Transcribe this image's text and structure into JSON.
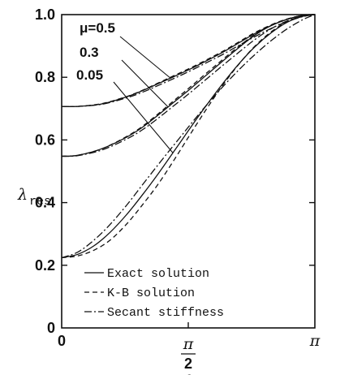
{
  "chart_data": {
    "type": "line",
    "xlabel": "θ",
    "ylabel": {
      "symbol": "λ",
      "subscript": "res"
    },
    "xlim": [
      0,
      3.14159
    ],
    "ylim": [
      0,
      1.0
    ],
    "y_ticks": [
      {
        "value": 0,
        "label": "0"
      },
      {
        "value": 0.2,
        "label": "0.2"
      },
      {
        "value": 0.4,
        "label": "0.4"
      },
      {
        "value": 0.6,
        "label": "0.6"
      },
      {
        "value": 0.8,
        "label": "0.8"
      },
      {
        "value": 1.0,
        "label": "1.0"
      }
    ],
    "x_ticks": [
      {
        "value": 0,
        "label": "0"
      },
      {
        "value": 1.5708,
        "label": "π",
        "denominator": "2"
      },
      {
        "value": 3.14159,
        "label": "π"
      }
    ],
    "annotations": [
      {
        "text": "μ=0.5",
        "target_series": 0
      },
      {
        "text": "0.3",
        "target_series": 1
      },
      {
        "text": "0.05",
        "target_series": 2
      }
    ],
    "legend": [
      {
        "label": "Exact solution",
        "style": "solid"
      },
      {
        "label": "K-B solution",
        "style": "dashed"
      },
      {
        "label": "Secant stiffness",
        "style": "dashdot"
      }
    ],
    "legend_position": "bottom-center",
    "grid": false,
    "series": [
      {
        "style": "solid",
        "x": [
          0,
          0.2,
          0.5,
          0.8,
          1.0,
          1.2,
          1.4,
          1.6,
          1.8,
          2.0,
          2.2,
          2.4,
          2.6,
          2.8,
          3.0,
          3.14159
        ],
        "y": [
          0.707,
          0.707,
          0.715,
          0.737,
          0.757,
          0.78,
          0.803,
          0.827,
          0.853,
          0.88,
          0.91,
          0.94,
          0.965,
          0.985,
          0.998,
          1.0
        ]
      },
      {
        "style": "dashed",
        "x": [
          0,
          0.2,
          0.5,
          0.8,
          1.0,
          1.2,
          1.4,
          1.6,
          1.8,
          2.0,
          2.2,
          2.4,
          2.6,
          2.8,
          3.0,
          3.14159
        ],
        "y": [
          0.707,
          0.707,
          0.716,
          0.738,
          0.758,
          0.782,
          0.806,
          0.83,
          0.856,
          0.883,
          0.913,
          0.943,
          0.967,
          0.986,
          0.998,
          1.0
        ]
      },
      {
        "style": "dashdot",
        "x": [
          0,
          0.2,
          0.5,
          0.8,
          1.0,
          1.2,
          1.4,
          1.6,
          1.8,
          2.0,
          2.2,
          2.4,
          2.6,
          2.8,
          3.0,
          3.14159
        ],
        "y": [
          0.707,
          0.707,
          0.714,
          0.734,
          0.752,
          0.774,
          0.797,
          0.821,
          0.847,
          0.873,
          0.902,
          0.93,
          0.956,
          0.978,
          0.994,
          1.0
        ]
      },
      {
        "style": "solid",
        "x": [
          0,
          0.2,
          0.5,
          0.8,
          1.0,
          1.2,
          1.4,
          1.6,
          1.8,
          2.0,
          2.2,
          2.4,
          2.6,
          2.8,
          3.0,
          3.14159
        ],
        "y": [
          0.548,
          0.551,
          0.572,
          0.608,
          0.64,
          0.68,
          0.722,
          0.764,
          0.808,
          0.852,
          0.895,
          0.935,
          0.965,
          0.985,
          0.998,
          1.0
        ]
      },
      {
        "style": "dashed",
        "x": [
          0,
          0.2,
          0.5,
          0.8,
          1.0,
          1.2,
          1.4,
          1.6,
          1.8,
          2.0,
          2.2,
          2.4,
          2.6,
          2.8,
          3.0,
          3.14159
        ],
        "y": [
          0.548,
          0.551,
          0.572,
          0.61,
          0.643,
          0.684,
          0.727,
          0.77,
          0.814,
          0.857,
          0.899,
          0.937,
          0.967,
          0.986,
          0.998,
          1.0
        ]
      },
      {
        "style": "dashdot",
        "x": [
          0,
          0.2,
          0.5,
          0.8,
          1.0,
          1.2,
          1.4,
          1.6,
          1.8,
          2.0,
          2.2,
          2.4,
          2.6,
          2.8,
          3.0,
          3.14159
        ],
        "y": [
          0.548,
          0.55,
          0.568,
          0.602,
          0.632,
          0.67,
          0.711,
          0.752,
          0.795,
          0.838,
          0.88,
          0.921,
          0.955,
          0.98,
          0.995,
          1.0
        ]
      },
      {
        "style": "solid",
        "x": [
          0,
          0.2,
          0.4,
          0.6,
          0.8,
          1.0,
          1.2,
          1.4,
          1.6,
          1.8,
          2.0,
          2.2,
          2.4,
          2.6,
          2.8,
          3.0,
          3.14159
        ],
        "y": [
          0.224,
          0.235,
          0.262,
          0.305,
          0.36,
          0.424,
          0.493,
          0.566,
          0.64,
          0.712,
          0.78,
          0.843,
          0.898,
          0.942,
          0.976,
          0.995,
          1.0
        ]
      },
      {
        "style": "dashed",
        "x": [
          0,
          0.2,
          0.4,
          0.6,
          0.8,
          1.0,
          1.2,
          1.4,
          1.6,
          1.8,
          2.0,
          2.2,
          2.4,
          2.6,
          2.8,
          3.0,
          3.14159
        ],
        "y": [
          0.224,
          0.23,
          0.248,
          0.28,
          0.33,
          0.392,
          0.46,
          0.538,
          0.62,
          0.7,
          0.775,
          0.842,
          0.9,
          0.945,
          0.978,
          0.996,
          1.0
        ]
      },
      {
        "style": "dashdot",
        "x": [
          0,
          0.2,
          0.4,
          0.6,
          0.8,
          1.0,
          1.2,
          1.4,
          1.6,
          1.8,
          2.0,
          2.2,
          2.4,
          2.6,
          2.8,
          3.0,
          3.14159
        ],
        "y": [
          0.224,
          0.242,
          0.28,
          0.33,
          0.39,
          0.456,
          0.522,
          0.586,
          0.65,
          0.712,
          0.77,
          0.824,
          0.873,
          0.917,
          0.955,
          0.985,
          1.0
        ]
      }
    ]
  }
}
